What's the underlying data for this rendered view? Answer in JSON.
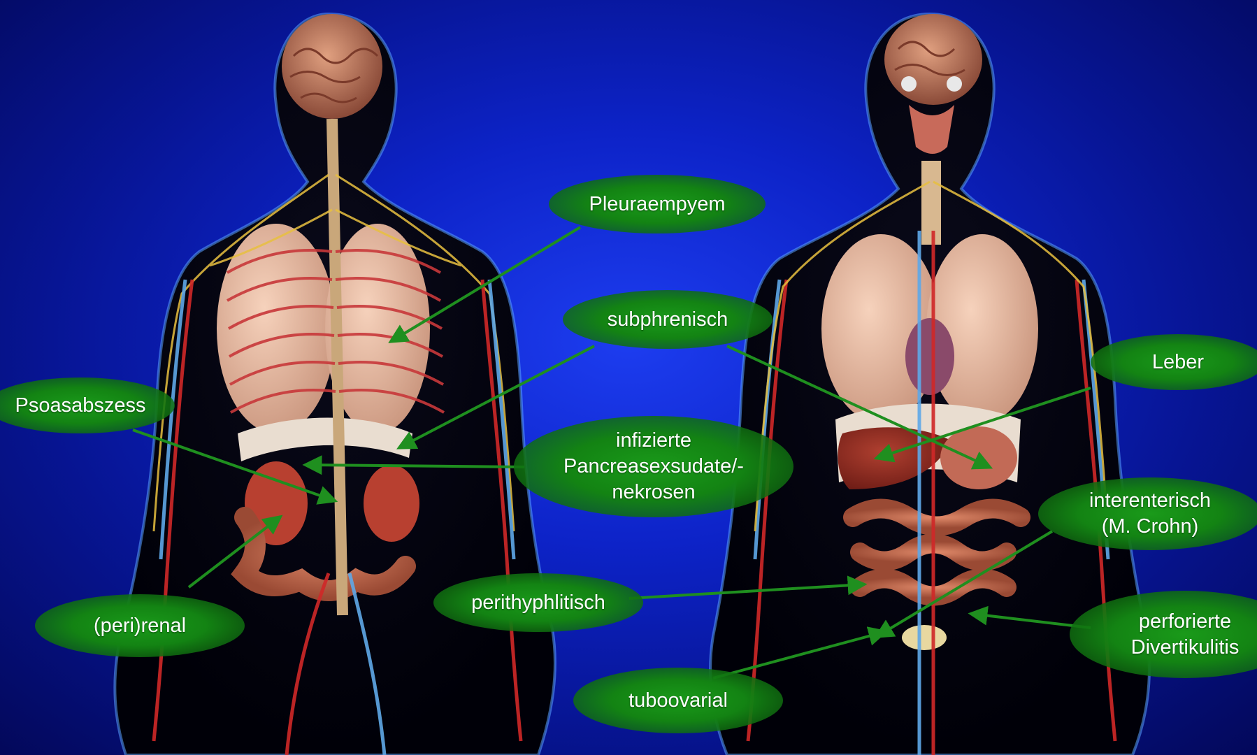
{
  "labels": {
    "pleuraempyem": "Pleuraempyem",
    "subphrenisch": "subphrenisch",
    "psoasabszess": "Psoasabszess",
    "pancreas": "infizierte\nPancreasexsudate/-\nnekrosen",
    "leber": "Leber",
    "interenterisch": "interenterisch\n(M. Crohn)",
    "perirenal": "(peri)renal",
    "perithyphlitisch": "perithyphlitisch",
    "divertikulitis": "perforierte\nDivertikulitis",
    "tuboovarial": "tuboovarial"
  },
  "colors": {
    "background": "#0d23c8",
    "label_fill": "#138313",
    "arrow": "#1f8f1f",
    "label_text": "#ffffff"
  },
  "figures": [
    "human-back-view-anatomy",
    "human-front-view-anatomy"
  ]
}
